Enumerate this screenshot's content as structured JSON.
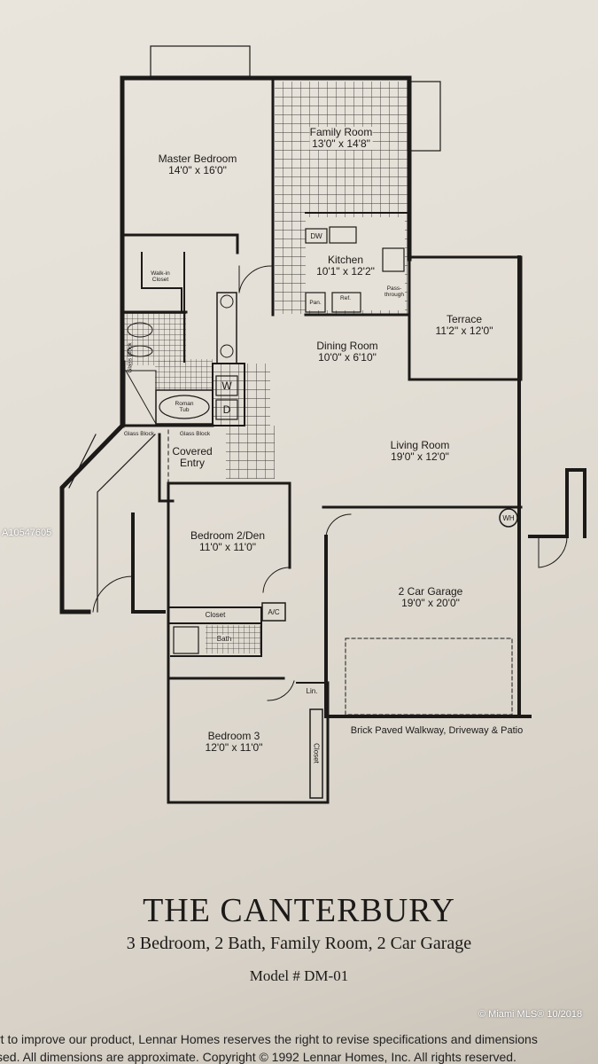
{
  "rooms": {
    "master_bedroom": {
      "name": "Master Bedroom",
      "dims": "14'0\" x 16'0\""
    },
    "family_room": {
      "name": "Family Room",
      "dims": "13'0\" x 14'8\""
    },
    "kitchen": {
      "name": "Kitchen",
      "dims": "10'1\" x 12'2\""
    },
    "dining_room": {
      "name": "Dining Room",
      "dims": "10'0\" x 6'10\""
    },
    "terrace": {
      "name": "Terrace",
      "dims": "11'2\" x 12'0\""
    },
    "living_room": {
      "name": "Living Room",
      "dims": "19'0\" x 12'0\""
    },
    "bedroom2": {
      "name": "Bedroom 2/Den",
      "dims": "11'0\" x 11'0\""
    },
    "garage": {
      "name": "2 Car Garage",
      "dims": "19'0\" x 20'0\""
    },
    "bedroom3": {
      "name": "Bedroom 3",
      "dims": "12'0\" x 11'0\""
    }
  },
  "fixtures": {
    "dw": "DW",
    "pan": "Pan.",
    "ref": "Ref.",
    "pass_through": "Pass-through",
    "walk_in_closet": "Walk-in Closet",
    "glass_block": "Glass Block",
    "roman_tub": "Roman Tub",
    "washer": "W",
    "dryer": "D",
    "covered_entry": "Covered Entry",
    "wh": "WH",
    "closet": "Closet",
    "ac": "A/C",
    "bath": "Bath",
    "linen": "Lin.",
    "walkway": "Brick Paved Walkway, Driveway & Patio"
  },
  "footer": {
    "title": "THE CANTERBURY",
    "subtitle": "3 Bedroom, 2 Bath, Family Room, 2 Car Garage",
    "model": "Model # DM-01",
    "disclaimer_1": "rt to improve our product, Lennar Homes reserves the right to revise specifications and dimensions",
    "disclaimer_2": "sed. All dimensions are approximate. Copyright © 1992 Lennar Homes, Inc. All rights reserved."
  },
  "watermark": {
    "listing_id": "A10547605",
    "mls": "© Miami MLS® 10/2018"
  }
}
